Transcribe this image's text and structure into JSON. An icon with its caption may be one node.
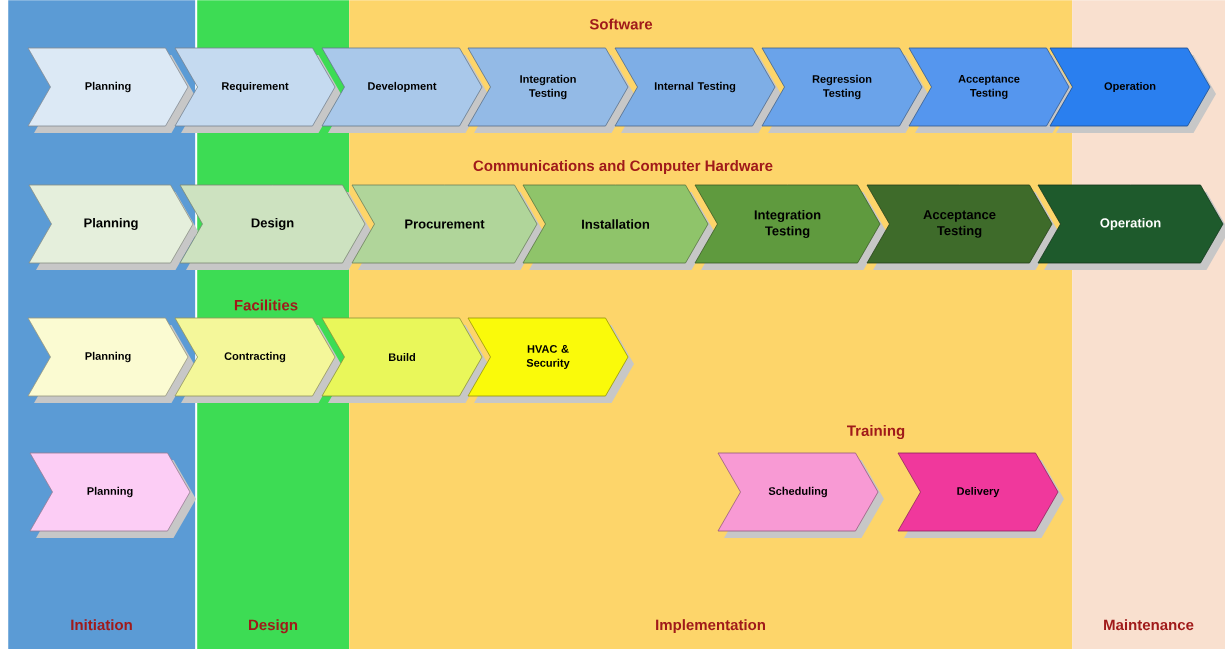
{
  "diagram": {
    "nodes": [
      {
        "text": [
          "Initiation"
        ]
      },
      {
        "text": [
          "Design"
        ]
      },
      {
        "text": [
          "Implementation"
        ]
      },
      {
        "text": [
          "Maintenance"
        ]
      },
      {
        "text": [
          "Planning"
        ],
        "in": 0
      },
      {
        "text": [
          "Requirement"
        ]
      },
      {
        "text": [
          "Development"
        ]
      },
      {
        "text": [
          "Integration Testing"
        ],
        "in": 2
      },
      {
        "text": [
          "Internal Testing"
        ],
        "in": 2
      },
      {
        "text": [
          "Regression Testing"
        ],
        "in": 2
      },
      {
        "text": [
          "Acceptance Testing"
        ],
        "in": 2
      },
      {
        "text": [
          "Operation"
        ]
      },
      {
        "text": [
          "Planning"
        ],
        "in": 0
      },
      {
        "text": [
          "Design"
        ]
      },
      {
        "text": [
          "Procurement"
        ],
        "in": 2
      },
      {
        "text": [
          "Installation"
        ],
        "in": 2
      },
      {
        "text": [
          "Integration Testing"
        ],
        "in": 2
      },
      {
        "text": [
          "Acceptance Testing"
        ],
        "in": 2
      },
      {
        "text": [
          "Operation"
        ]
      },
      {
        "text": [
          "Planning"
        ],
        "in": 0
      },
      {
        "text": [
          "Contracting"
        ]
      },
      {
        "text": [
          "Build"
        ]
      },
      {
        "text": [
          "HVAC & Security"
        ],
        "in": 2
      },
      {
        "text": [
          "Planning"
        ],
        "in": 0
      },
      {
        "text": [
          "Scheduling"
        ],
        "in": 2
      },
      {
        "text": [
          "Delivery"
        ],
        "in": 2
      }
    ],
    "labels": [
      "Software",
      "Communications and Computer Hardware",
      "Facilities",
      "Training"
    ]
  }
}
